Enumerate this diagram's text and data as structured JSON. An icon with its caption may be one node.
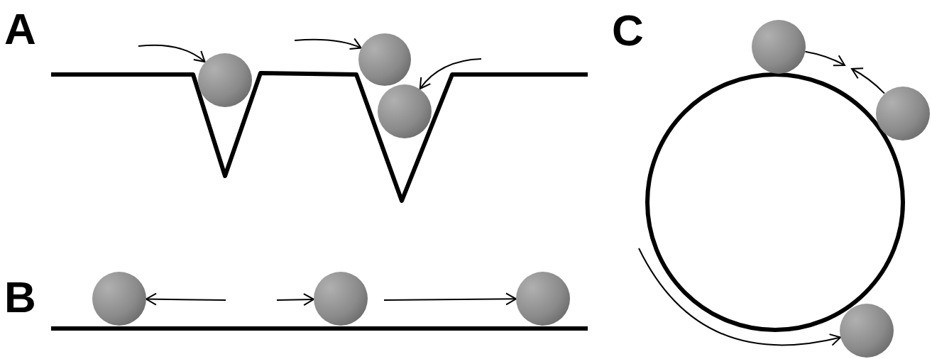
{
  "diagram": {
    "nodes": [
      {
        "text": [],
        "shape": "circle"
      },
      {
        "text": [],
        "shape": "circle"
      },
      {
        "text": [],
        "shape": "circle"
      },
      {
        "text": [],
        "shape": "circle"
      },
      {
        "text": [],
        "shape": "circle"
      },
      {
        "text": [],
        "shape": "circle"
      },
      {
        "text": [],
        "shape": "circle"
      },
      {
        "text": [],
        "shape": "circle"
      },
      {
        "text": [],
        "shape": "circle"
      }
    ],
    "edges": [
      {
        "from": null,
        "to": 0,
        "arrow": "to"
      },
      {
        "from": null,
        "to": 1,
        "arrow": "to"
      },
      {
        "from": null,
        "to": 2,
        "arrow": "to"
      },
      {
        "from": null,
        "to": 3,
        "arrow": "to"
      },
      {
        "from": null,
        "to": 4,
        "arrow": "to"
      },
      {
        "from": null,
        "to": 5,
        "arrow": "to"
      },
      {
        "from": 6,
        "to": null,
        "arrow": "to"
      },
      {
        "from": 7,
        "to": null,
        "arrow": "to"
      },
      {
        "from": null,
        "to": 8,
        "arrow": "to"
      }
    ],
    "labels": [
      "A",
      "B",
      "C"
    ]
  }
}
